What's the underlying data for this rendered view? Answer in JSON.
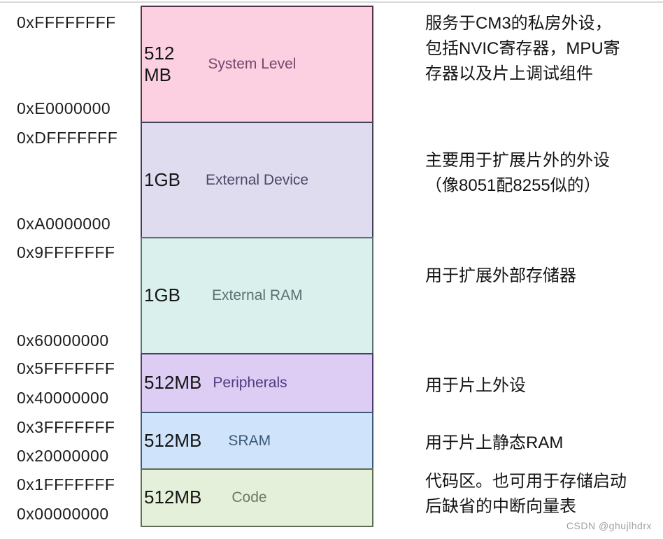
{
  "page": {
    "background": "#ffffff",
    "watermark": "CSDN @ghujlhdrx"
  },
  "memory_map": {
    "title_implicit": "Cortex-M3 memory map",
    "blocks": [
      {
        "region": "System Level",
        "size": "512\nMB",
        "addr_top": "0xFFFFFFFF",
        "addr_bottom": "0xE0000000",
        "bg": "#fcd0e1",
        "border": "#53344a",
        "label_color": "#74486b",
        "note": "服务于CM3的私房外设，\n包括NVIC寄存器，MPU寄\n存器以及片上调试组件"
      },
      {
        "region": "External Device",
        "size": "1GB",
        "addr_top": "0xDFFFFFFF",
        "addr_bottom": "0xA0000000",
        "bg": "#dfdcf0",
        "border": "#40405a",
        "label_color": "#4a4868",
        "note": "主要用于扩展片外的外设\n（像8051配8255似的）"
      },
      {
        "region": "External RAM",
        "size": "1GB",
        "addr_top": "0x9FFFFFFF",
        "addr_bottom": "0x60000000",
        "bg": "#daf0ec",
        "border": "#5c7070",
        "label_color": "#5d6f72",
        "note": "用于扩展外部存储器"
      },
      {
        "region": "Peripherals",
        "size": "512MB",
        "addr_top": "0x5FFFFFFF",
        "addr_bottom": "0x40000000",
        "bg": "#ddcdf4",
        "border": "#4a3c6e",
        "label_color": "#4c3d7d",
        "note": "用于片上外设"
      },
      {
        "region": "SRAM",
        "size": "512MB",
        "addr_top": "0x3FFFFFFF",
        "addr_bottom": "0x20000000",
        "bg": "#cfe3fa",
        "border": "#3d5a7a",
        "label_color": "#3c5878",
        "note": "用于片上静态RAM"
      },
      {
        "region": "Code",
        "size": "512MB",
        "addr_top": "0x1FFFFFFF",
        "addr_bottom": "0x00000000",
        "bg": "#e4f0d9",
        "border": "#5f6e52",
        "label_color": "#6d7a5e",
        "note": "代码区。也可用于存储启动\n后缺省的中断向量表"
      }
    ]
  }
}
